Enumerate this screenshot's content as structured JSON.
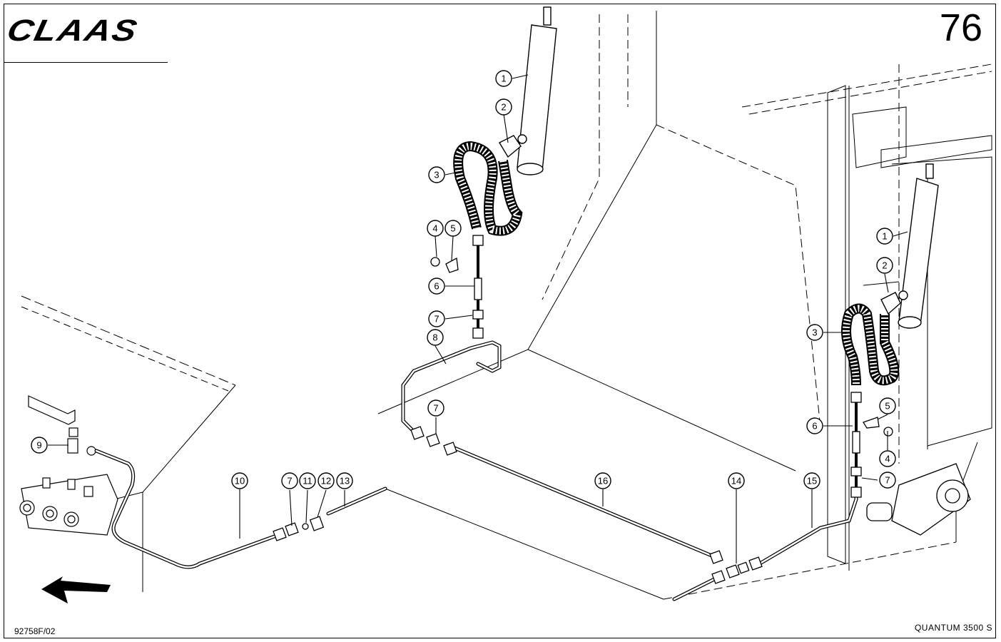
{
  "header": {
    "brand": "CLAAS",
    "page_number": "76"
  },
  "footer": {
    "doc_number": "92758F/02",
    "model": "QUANTUM  3500 S"
  },
  "callouts": {
    "left_cylinder": "1",
    "left_elbow": "2",
    "left_hose": "3",
    "left_screw": "4",
    "left_clamp": "5",
    "left_pipe_section": "6",
    "left_union_upper": "7",
    "left_pipe_bent": "8",
    "mid_union": "7",
    "valve_tee": "9",
    "pipe_10": "10",
    "bottom_union": "7",
    "seal_11": "11",
    "nut_12": "12",
    "pipe_13": "13",
    "fitting_14": "14",
    "pipe_15": "15",
    "pipe_16": "16",
    "right_cylinder": "1",
    "right_elbow": "2",
    "right_hose": "3",
    "right_clamp": "5",
    "right_pipe_section": "6",
    "right_screw": "4",
    "right_union": "7"
  }
}
